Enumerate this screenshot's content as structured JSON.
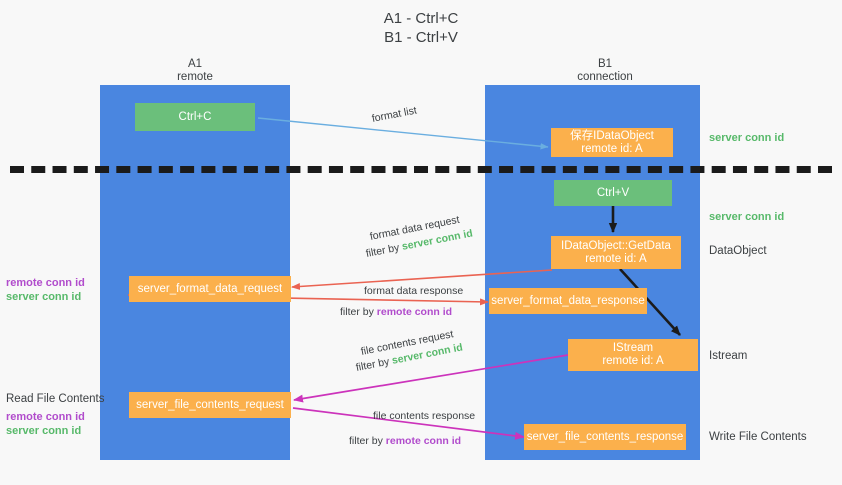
{
  "title": "A1 - Ctrl+C\nB1 - Ctrl+V",
  "columns": {
    "left": {
      "name": "A1",
      "sub": "remote",
      "label": "A1\nremote"
    },
    "right": {
      "name": "B1",
      "sub": "connection",
      "label": "B1\nconnection"
    }
  },
  "nodes": {
    "ctrl_c": "Ctrl+C",
    "ctrl_v": "Ctrl+V",
    "save_idataobject": "保存IDataObject\nremote id: A",
    "idataobject_getdata": "IDataObject::GetData\nremote id: A",
    "istream": "IStream\nremote id: A",
    "server_format_data_request": "server_format_data_request",
    "server_format_data_response": "server_format_data_response",
    "server_file_contents_request": "server_file_contents_request",
    "server_file_contents_response": "server_file_contents_response"
  },
  "edges": {
    "format_list": "format list",
    "format_data_request": "format data request",
    "format_data_request_filter_prefix": "filter by ",
    "format_data_request_filter_value": "server conn id",
    "format_data_response": "format data response",
    "format_data_response_filter_prefix": "filter by ",
    "format_data_response_filter_value": "remote conn id",
    "file_contents_request": "file contents request",
    "file_contents_request_filter_prefix": "filter by ",
    "file_contents_request_filter_value": "server conn id",
    "file_contents_response": "file contents response",
    "file_contents_response_filter_prefix": "filter by ",
    "file_contents_response_filter_value": "remote conn id"
  },
  "annotations": {
    "server_conn_id_top": "server conn id",
    "server_conn_id_second": "server conn id",
    "left_conn_ids_1": {
      "remote": "remote conn id",
      "server": "server conn id"
    },
    "read_file_contents": "Read File Contents",
    "left_conn_ids_2": {
      "remote": "remote conn id",
      "server": "server conn id"
    },
    "data_object": "DataObject",
    "istream_label": "Istream",
    "write_file_contents": "Write File Contents"
  },
  "colors": {
    "lane": "#4a86e0",
    "green_node": "#6bbf7b",
    "orange_node": "#fbb04c",
    "server_conn_id": "#57b96a",
    "remote_conn_id": "#b14ccc",
    "arrow_light_blue": "#6aaee0",
    "arrow_red": "#ea6352",
    "arrow_magenta": "#cc33bb",
    "arrow_black": "#1b1b1b",
    "background": "#f8f8f8"
  }
}
